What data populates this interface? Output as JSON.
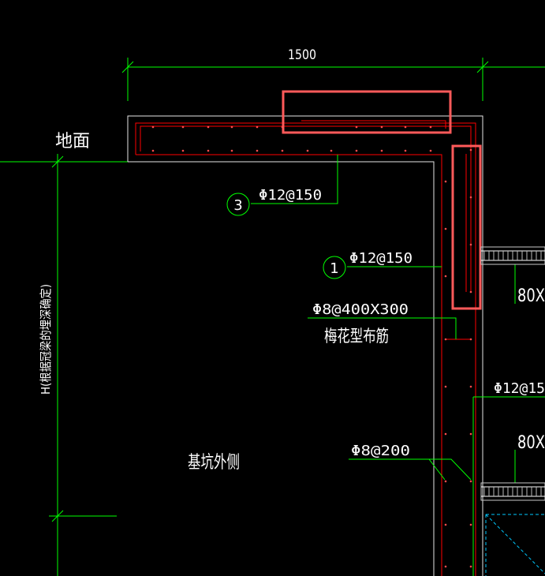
{
  "dimension": {
    "value": "1500"
  },
  "labels": {
    "ground": "地面",
    "depth_note": "H(根据冠梁的埋深确定)",
    "pit_outside": "基坑外侧",
    "tie_spec": "Φ8@400X300",
    "tie_pattern": "梅花型布筋",
    "stirrup_spec": "Φ8@200",
    "rebar_3_spec": "Φ12@150",
    "rebar_1_spec": "Φ12@150",
    "rebar_right_spec": "Φ12@15",
    "right_label_a": "80X",
    "right_label_b": "80X"
  },
  "markers": {
    "m3": "3",
    "m1": "1"
  },
  "colors": {
    "background": "#000000",
    "line_green": "#00ff00",
    "rebar_red": "#ff0000",
    "outline_white": "#e6e6e6",
    "highlight": "#ff5a5a",
    "dim_text": "#ffffff",
    "cyan": "#00c8ff"
  }
}
